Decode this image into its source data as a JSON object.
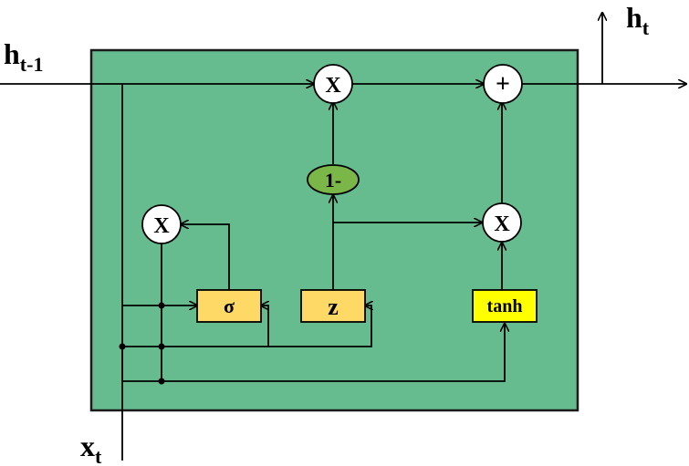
{
  "colors": {
    "cell_fill": "#66bb8f",
    "cell_border": "#1a1a1a",
    "gate_box_fill": "#ffd966",
    "tanh_box_fill": "#ffff00",
    "one_minus_fill": "#7ab648",
    "op_circle_fill": "#ffffff",
    "line": "#000000"
  },
  "inputs": {
    "h_prev": {
      "base": "h",
      "sub": "t-1"
    },
    "x": {
      "base": "x",
      "sub": "t"
    }
  },
  "outputs": {
    "h": {
      "base": "h",
      "sub": "t"
    }
  },
  "operators": {
    "mul_top": "X",
    "add_top": "+",
    "mul_left": "X",
    "mul_right": "X",
    "one_minus": "1-"
  },
  "gates": {
    "sigma": "σ",
    "z": "z",
    "tanh": "tanh"
  }
}
